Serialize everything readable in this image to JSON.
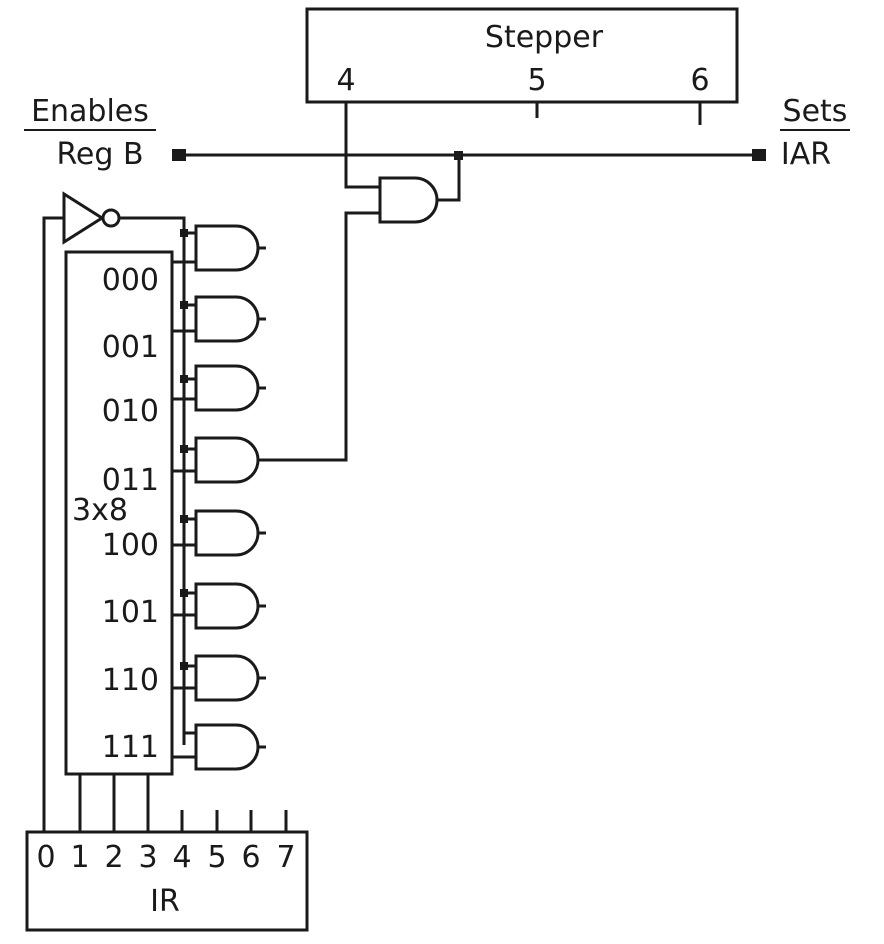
{
  "stepper": {
    "title": "Stepper",
    "steps": [
      "4",
      "5",
      "6"
    ]
  },
  "left_bus": {
    "heading": "Enables",
    "label": "Reg B"
  },
  "right_bus": {
    "heading": "Sets",
    "label": "IAR"
  },
  "decoder": {
    "name": "3x8",
    "outputs": [
      "000",
      "001",
      "010",
      "011",
      "100",
      "101",
      "110",
      "111"
    ]
  },
  "ir": {
    "name": "IR",
    "bits": [
      "0",
      "1",
      "2",
      "3",
      "4",
      "5",
      "6",
      "7"
    ]
  }
}
